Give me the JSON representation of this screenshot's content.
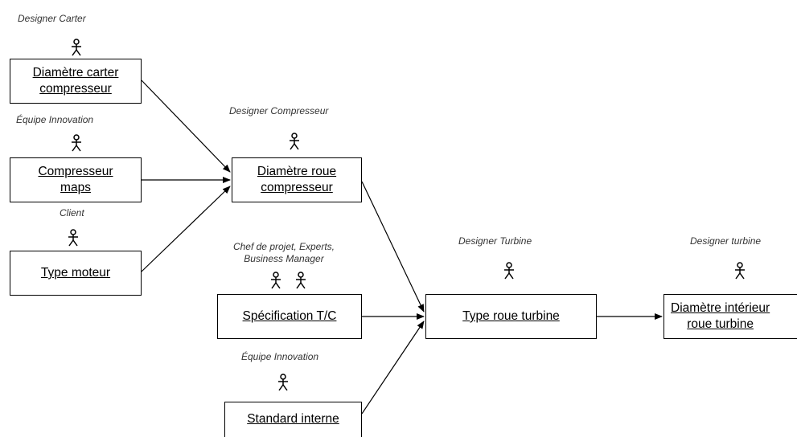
{
  "diagram": {
    "nodes": [
      {
        "id": "diametre-carter",
        "label": "Diamètre carter\ncompresseur",
        "actor": "Designer Carter",
        "actor_count": 1
      },
      {
        "id": "compresseur-maps",
        "label": "Compresseur\nmaps",
        "actor": "Équipe Innovation",
        "actor_count": 1
      },
      {
        "id": "type-moteur",
        "label": "Type moteur",
        "actor": "Client",
        "actor_count": 1
      },
      {
        "id": "diametre-roue-compresseur",
        "label": "Diamètre roue\ncompresseur",
        "actor": "Designer Compresseur",
        "actor_count": 1
      },
      {
        "id": "specification-tc",
        "label": "Spécification T/C",
        "actor": "Chef de projet, Experts,\nBusiness Manager",
        "actor_count": 2
      },
      {
        "id": "standard-interne",
        "label": "Standard interne",
        "actor": "Équipe Innovation",
        "actor_count": 1
      },
      {
        "id": "type-roue-turbine",
        "label": "Type roue turbine",
        "actor": "Designer Turbine",
        "actor_count": 1
      },
      {
        "id": "diametre-interieur",
        "label": "Diamètre intérieur\nroue turbine",
        "actor": "Designer turbine",
        "actor_count": 1
      }
    ],
    "edges": [
      {
        "from": "diametre-carter",
        "to": "diametre-roue-compresseur"
      },
      {
        "from": "compresseur-maps",
        "to": "diametre-roue-compresseur"
      },
      {
        "from": "type-moteur",
        "to": "diametre-roue-compresseur"
      },
      {
        "from": "diametre-roue-compresseur",
        "to": "type-roue-turbine"
      },
      {
        "from": "specification-tc",
        "to": "type-roue-turbine"
      },
      {
        "from": "standard-interne",
        "to": "type-roue-turbine"
      },
      {
        "from": "type-roue-turbine",
        "to": "diametre-interieur"
      }
    ]
  }
}
